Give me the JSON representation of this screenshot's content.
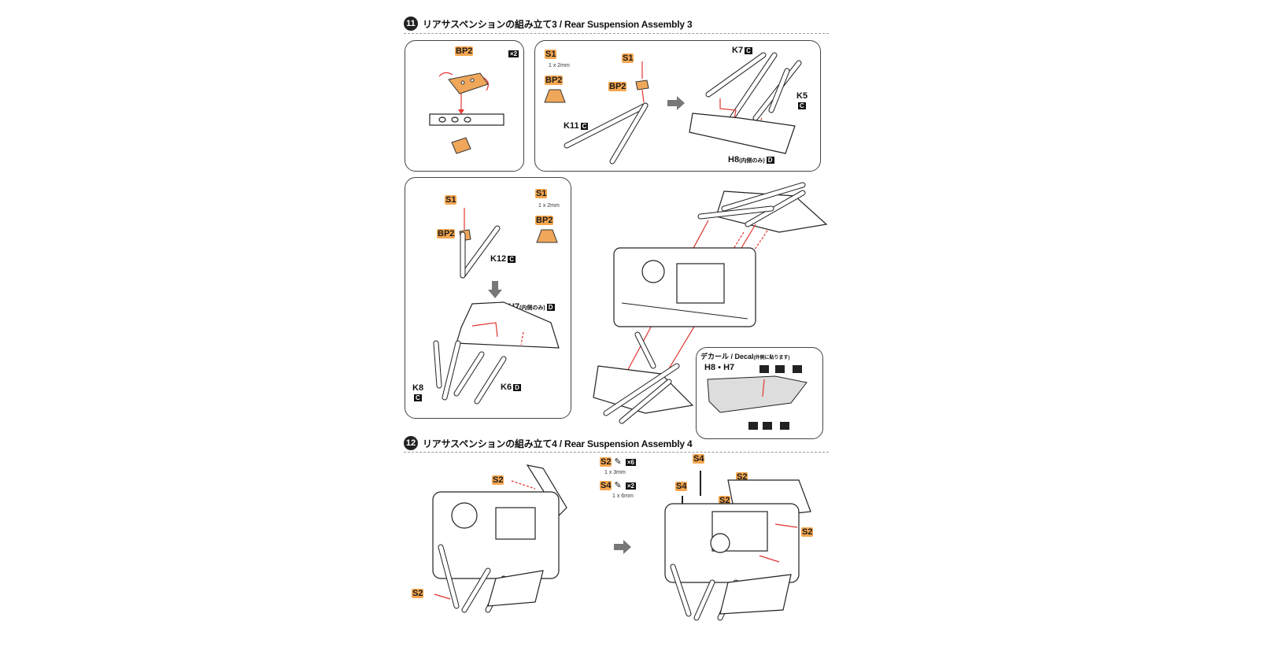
{
  "steps": [
    {
      "number": "11",
      "title": "リアサスペンションの組み立て3 / Rear Suspension Assembly 3"
    },
    {
      "number": "12",
      "title": "リアサスペンションの組み立て4 / Rear Suspension Assembly 4"
    }
  ],
  "panel_a": {
    "part": "BP2",
    "qty": "×2"
  },
  "panel_b": {
    "screw": "S1",
    "screw_spec": "1 x 2mm",
    "bracket": "BP2",
    "screw_label": "S1",
    "bracket_label": "BP2",
    "arm": "K11",
    "rods": {
      "k7": "K7",
      "k5": "K5"
    },
    "plate": "H8",
    "plate_note": "(内側のみ)"
  },
  "panel_c": {
    "screw": "S1",
    "screw_spec": "1 x 2mm",
    "bracket": "BP2",
    "screw_label": "S1",
    "bracket_label": "BP2",
    "arm": "K12",
    "plate": "H7",
    "plate_note": "(内側のみ)",
    "rod_k8": "K8",
    "rod_k6": "K6"
  },
  "decal": {
    "title": "デカール / Decal",
    "note": "(外側に貼ります)",
    "parts": "H8",
    "parts2": "H7"
  },
  "step12": {
    "s2": "S2",
    "s2_qty": "×6",
    "s2_spec": "1 x 3mm",
    "s4": "S4",
    "s4_qty": "×2",
    "s4_spec": "1 x 6mm",
    "left_labels": [
      "S2",
      "S2"
    ],
    "right_labels": [
      "S4",
      "S4",
      "S2",
      "S2",
      "S2",
      "S2"
    ]
  },
  "tags": {
    "c": "C",
    "d": "D"
  }
}
